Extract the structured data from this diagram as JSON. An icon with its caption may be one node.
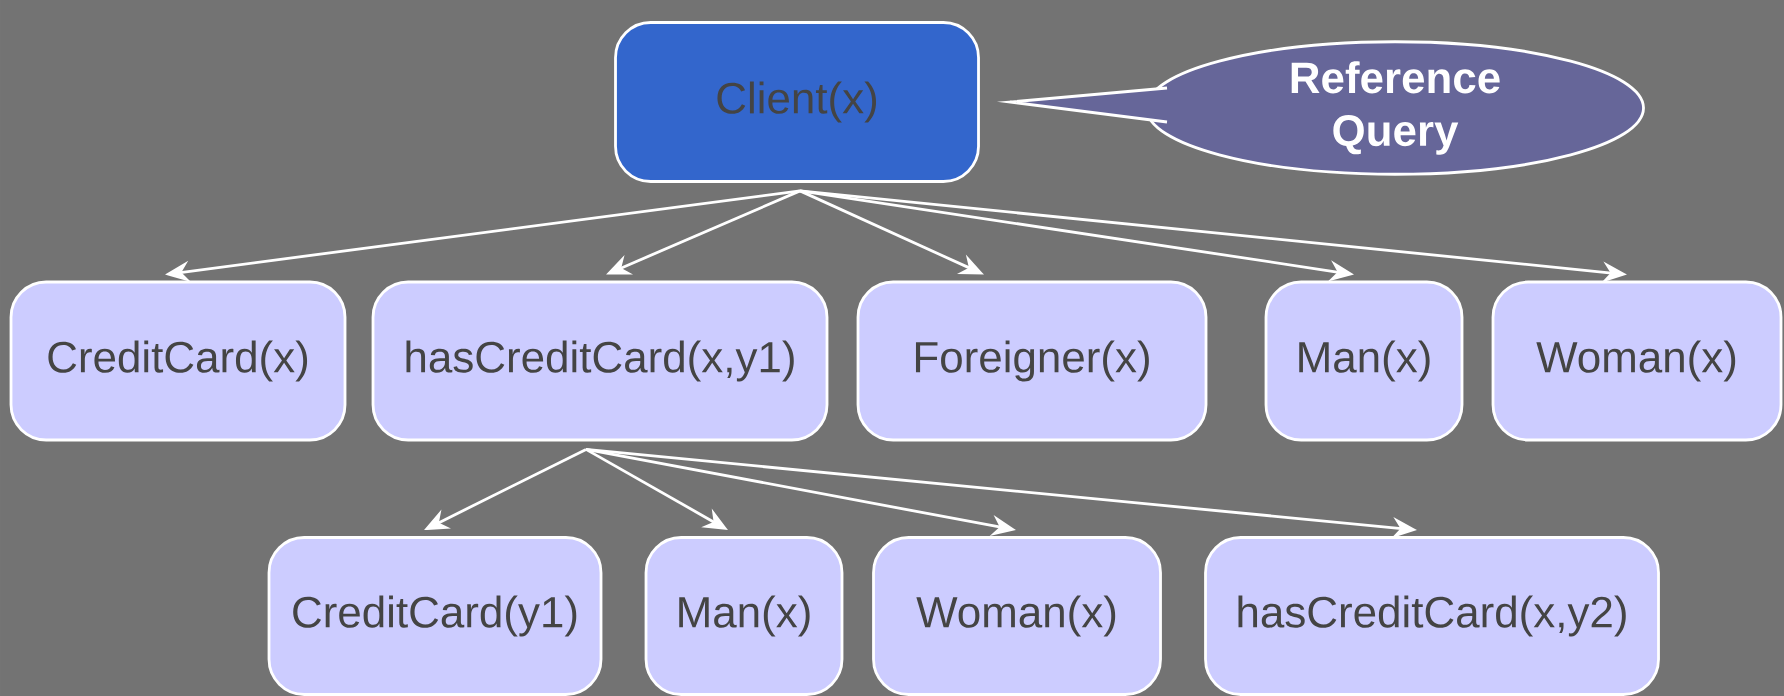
{
  "diagram": {
    "nodes": [
      {
        "text": [
          "Client(x)"
        ]
      },
      {
        "text": [
          "Reference Query"
        ]
      },
      {
        "text": [
          "CreditCard(x)"
        ]
      },
      {
        "text": [
          "hasCreditCard(x,y1)"
        ]
      },
      {
        "text": [
          "Foreigner(x)"
        ]
      },
      {
        "text": [
          "Man(x)"
        ]
      },
      {
        "text": [
          "Woman(x)"
        ]
      },
      {
        "text": [
          "CreditCard(y1)"
        ]
      },
      {
        "text": [
          "Man(x)"
        ]
      },
      {
        "text": [
          "Woman(x)"
        ]
      },
      {
        "text": [
          "hasCreditCard(x,y2)"
        ]
      }
    ],
    "edges": [
      {
        "from": 0,
        "to": 2,
        "arrow": "to"
      },
      {
        "from": 0,
        "to": 3,
        "arrow": "to"
      },
      {
        "from": 0,
        "to": 4,
        "arrow": "to"
      },
      {
        "from": 0,
        "to": 5,
        "arrow": "to"
      },
      {
        "from": 0,
        "to": 6,
        "arrow": "to"
      },
      {
        "from": 3,
        "to": 7,
        "arrow": "to"
      },
      {
        "from": 3,
        "to": 8,
        "arrow": "to"
      },
      {
        "from": 3,
        "to": 9,
        "arrow": "to"
      },
      {
        "from": 3,
        "to": 10,
        "arrow": "to"
      }
    ]
  }
}
